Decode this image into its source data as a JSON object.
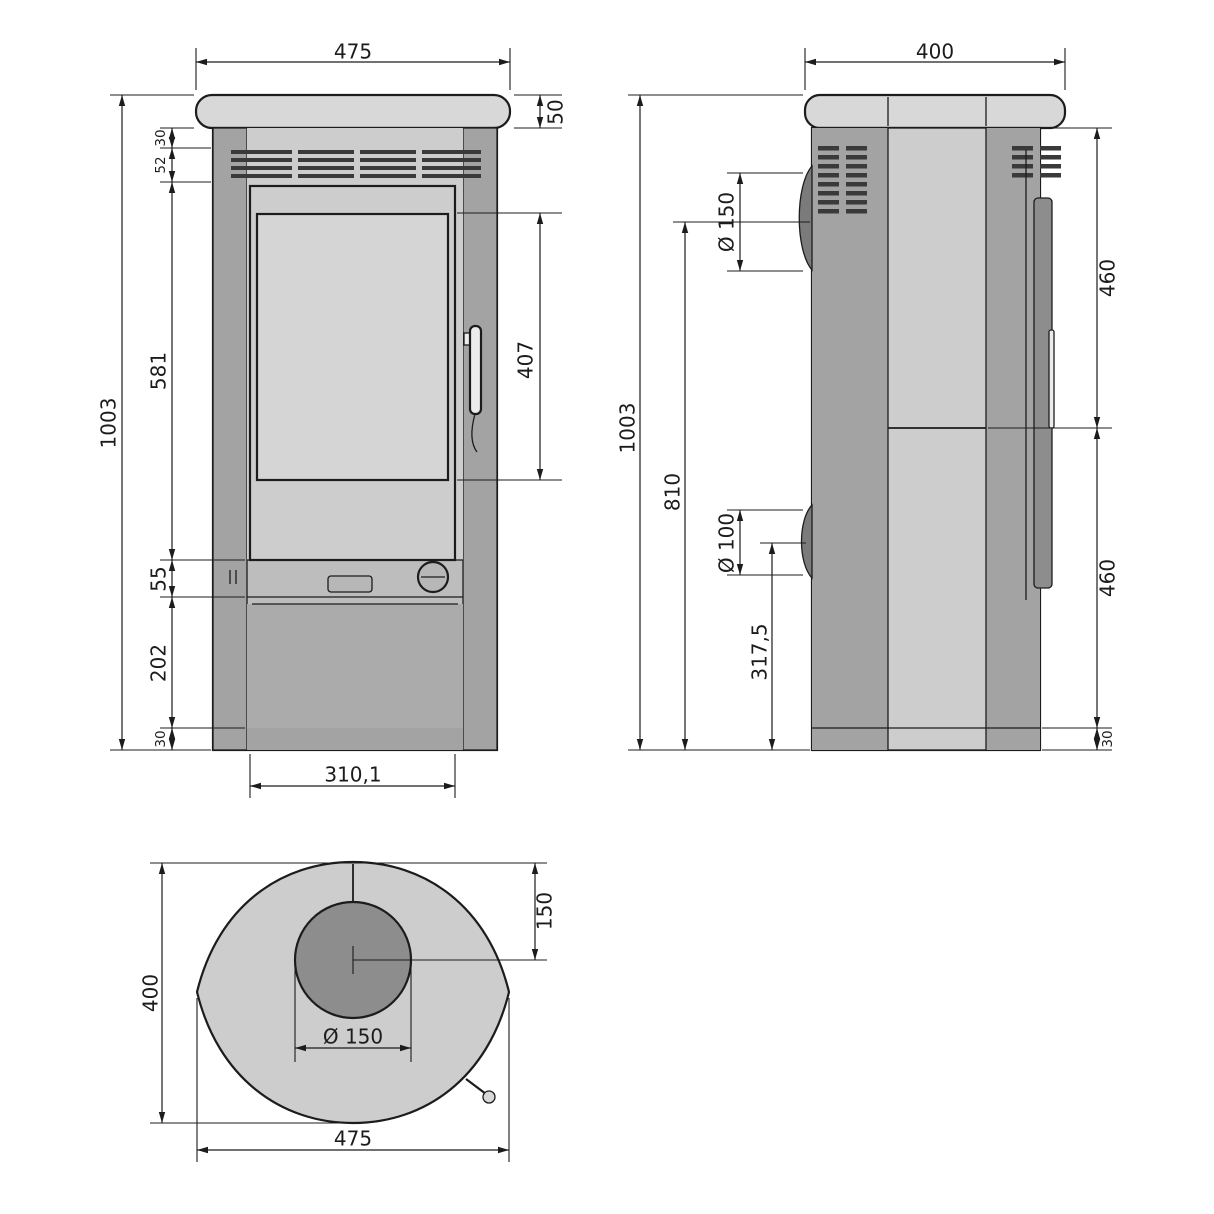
{
  "colors": {
    "line": "#1c1c1c",
    "paper": "#ffffff",
    "plate": "#d8d8d8",
    "panel-light": "#cdcdcd",
    "panel-mid": "#bdbdbd",
    "panel-dark": "#a3a3a3",
    "plinth": "#ababab",
    "glass": "#d5d5d5",
    "metal": "#8d8d8d",
    "bump": "#7b7b7b",
    "slat": "#3a3a3a",
    "knob": "#b7b7b7",
    "handle": "#ececec"
  },
  "views": {
    "front": {
      "dims": {
        "overall_width": "475",
        "top_plate_height": "50",
        "top_gap": "30",
        "vent_band_height": "52",
        "door_zone_height": "581",
        "glass_height": "407",
        "overall_height": "1003",
        "control_band_height": "55",
        "plinth_height": "202",
        "base_strip": "30",
        "door_width": "310,1"
      }
    },
    "side": {
      "dims": {
        "overall_depth": "400",
        "overall_height": "1003",
        "flue_center_height": "810",
        "flue_diameter": "Ø 150",
        "inlet_diameter": "Ø 100",
        "inlet_center_height": "317,5",
        "upper_panel_height": "460",
        "lower_panel_height": "460",
        "base_strip": "30"
      }
    },
    "top": {
      "dims": {
        "overall_depth": "400",
        "flue_center_offset": "150",
        "flue_diameter": "Ø 150",
        "overall_width": "475"
      }
    }
  }
}
